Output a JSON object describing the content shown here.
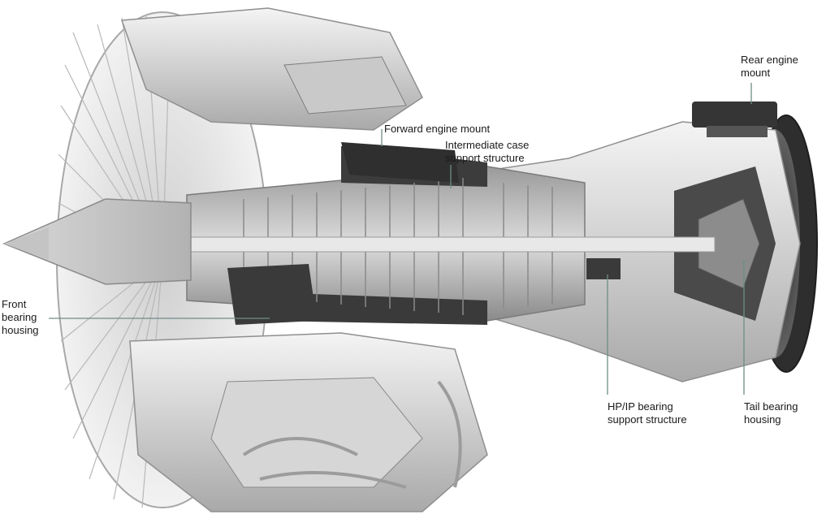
{
  "colors": {
    "leader": "#6f8d86",
    "metal_light": "#e6e6e6",
    "metal_mid": "#bdbdbd",
    "metal_dark": "#3c3c3c",
    "text": "#1a1a1a"
  },
  "illustration": {
    "icon": "turbofan-engine-cutaway-icon"
  },
  "labels": {
    "rear_mount": {
      "line1": "Rear engine",
      "line2": "mount"
    },
    "forward_mount": {
      "line1": "Forward engine mount"
    },
    "intermediate_case": {
      "line1": "Intermediate case",
      "line2": "support structure"
    },
    "front_bearing": {
      "line1": "Front",
      "line2": "bearing",
      "line3": "housing"
    },
    "hp_ip_bearing": {
      "line1": "HP/IP bearing",
      "line2": "support structure"
    },
    "tail_bearing": {
      "line1": "Tail bearing",
      "line2": "housing"
    }
  }
}
